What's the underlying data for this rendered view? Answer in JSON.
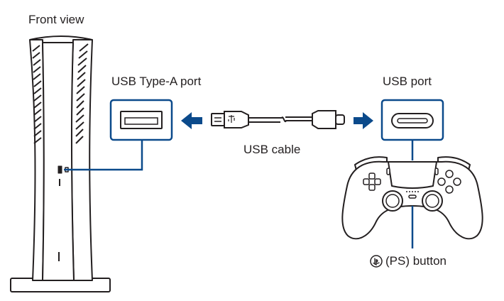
{
  "labels": {
    "front_view": "Front view",
    "usb_type_a_port": "USB Type-A port",
    "usb_port": "USB port",
    "usb_cable": "USB cable",
    "ps_button": "(PS) button"
  },
  "icons": {
    "arrow_left": "arrow-left-icon",
    "arrow_right": "arrow-right-icon",
    "ps_logo": "playstation-logo-icon"
  },
  "colors": {
    "line": "#231f20",
    "accent": "#0b4a8b",
    "background": "#ffffff"
  }
}
